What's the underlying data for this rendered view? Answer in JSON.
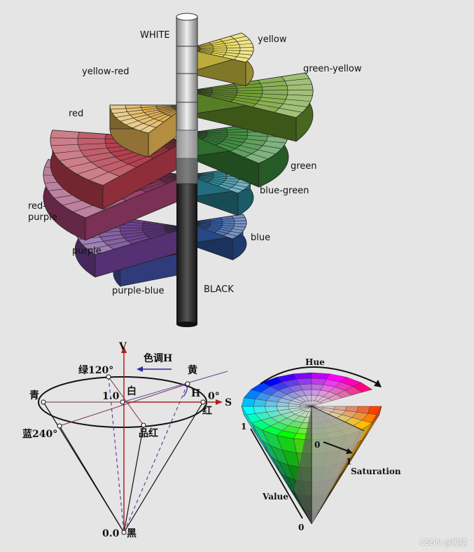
{
  "top_diagram": {
    "axis_top": "WHITE",
    "axis_bottom": "BLACK",
    "hue_labels": {
      "yellow": "yellow",
      "green_yellow": "green-yellow",
      "green": "green",
      "blue_green": "blue-green",
      "blue": "blue",
      "purple_blue": "purple-blue",
      "purple": "purple",
      "red_purple": "red-\npurple",
      "red": "red",
      "yellow_red": "yellow-red"
    },
    "colors": {
      "yellow": "#e8d84a",
      "green_yellow": "#6e9e2e",
      "green": "#3a8a3a",
      "blue_green": "#2a8a9e",
      "blue": "#2f5aa8",
      "purple_blue": "#3c4a9a",
      "purple": "#6a3c8e",
      "red_purple": "#9a3c6a",
      "red": "#b23a4a",
      "yellow_red": "#e0b050"
    }
  },
  "hsv_cone": {
    "v_axis": "V",
    "s_axis": "S",
    "hue_label": "色调H",
    "h_label": "H",
    "green_label": "绿120°",
    "yellow_label": "黄",
    "cyan_label": "青",
    "white_label": "白",
    "value_one": "1.0",
    "zero_deg": "0°",
    "red_label": "红",
    "blue_label": "蓝240°",
    "magenta_label": "品红",
    "black_value": "0.0",
    "black_label": "黑"
  },
  "color_cone": {
    "hue": "Hue",
    "one": "1",
    "zero_inner": "0",
    "one_inner": "1",
    "saturation": "Saturation",
    "value": "Value",
    "zero_bottom": "0"
  },
  "watermark": "CSDN @暖猿"
}
